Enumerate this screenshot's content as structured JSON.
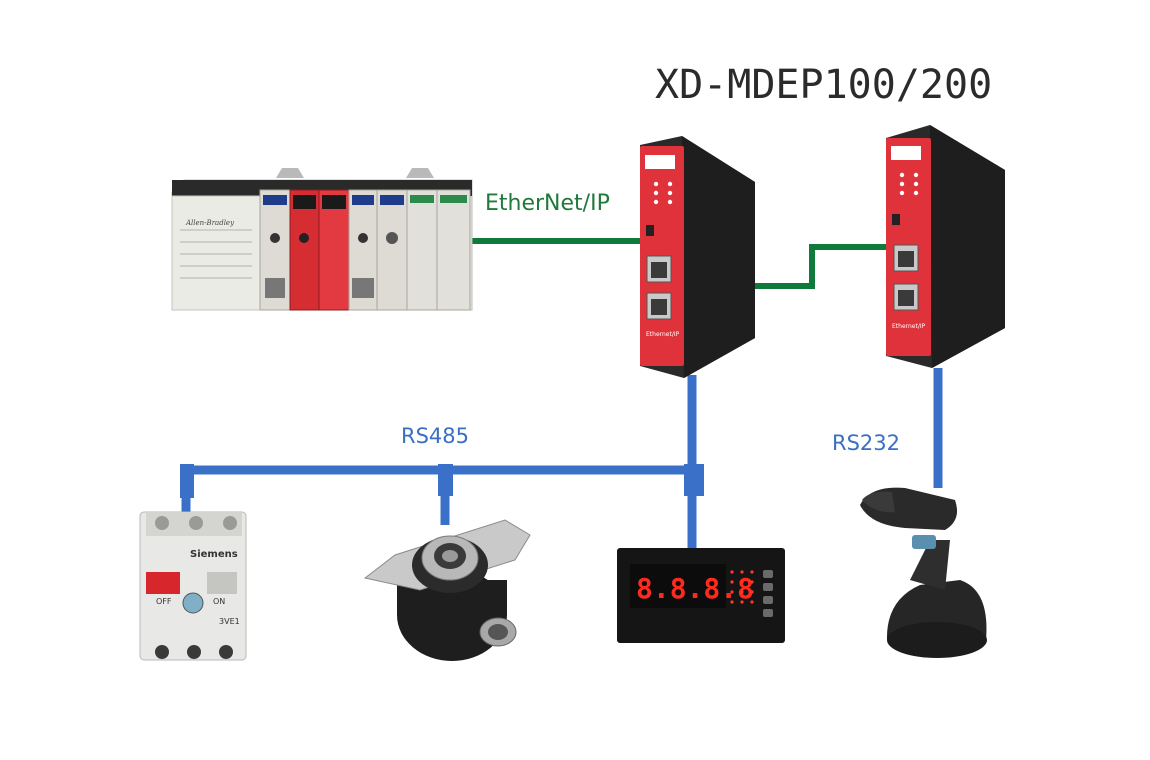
{
  "title": "XD-MDEP100/200",
  "links": {
    "ethernet_ip": "EtherNet/IP",
    "rs485": "RS485",
    "rs232": "RS232"
  },
  "colors": {
    "ethernet_line": "#0f7a3c",
    "serial_line": "#3a70c8",
    "gateway_red": "#e0323a",
    "gateway_body": "#2a2a2a"
  },
  "devices": {
    "plc": {
      "brand": "Allen-Bradley"
    },
    "gateway_1": {
      "port_label": "Ethernet/IP"
    },
    "gateway_2": {
      "port_label": "Ethernet/IP"
    },
    "motor_starter": {
      "brand": "Siemens",
      "off": "OFF",
      "on": "ON",
      "model": "3VE1"
    },
    "meter": {
      "display": "8.8.8.8"
    },
    "encoder": {},
    "barcode_scanner": {}
  }
}
